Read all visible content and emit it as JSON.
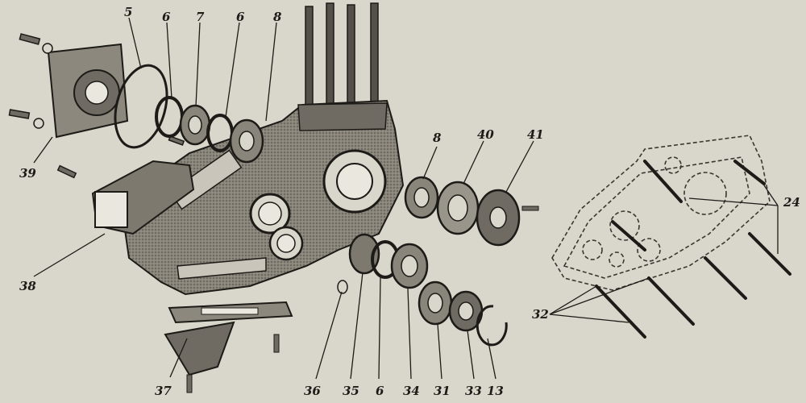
{
  "labels": {
    "l5": "5",
    "l6a": "6",
    "l7": "7",
    "l6b": "6",
    "l8a": "8",
    "l39": "39",
    "l38a": "38",
    "l8b": "8",
    "l40": "40",
    "l41": "41",
    "l24": "24",
    "l32": "32",
    "l37": "37",
    "l36": "36",
    "l35": "35",
    "l6c": "6",
    "l34": "34",
    "l31": "31",
    "l33": "33",
    "l13": "13"
  },
  "colors": {
    "paper": "#d9d6cc",
    "ink": "#1d1b17",
    "casting": "#6f6b62",
    "dashed": "#3a3731"
  }
}
